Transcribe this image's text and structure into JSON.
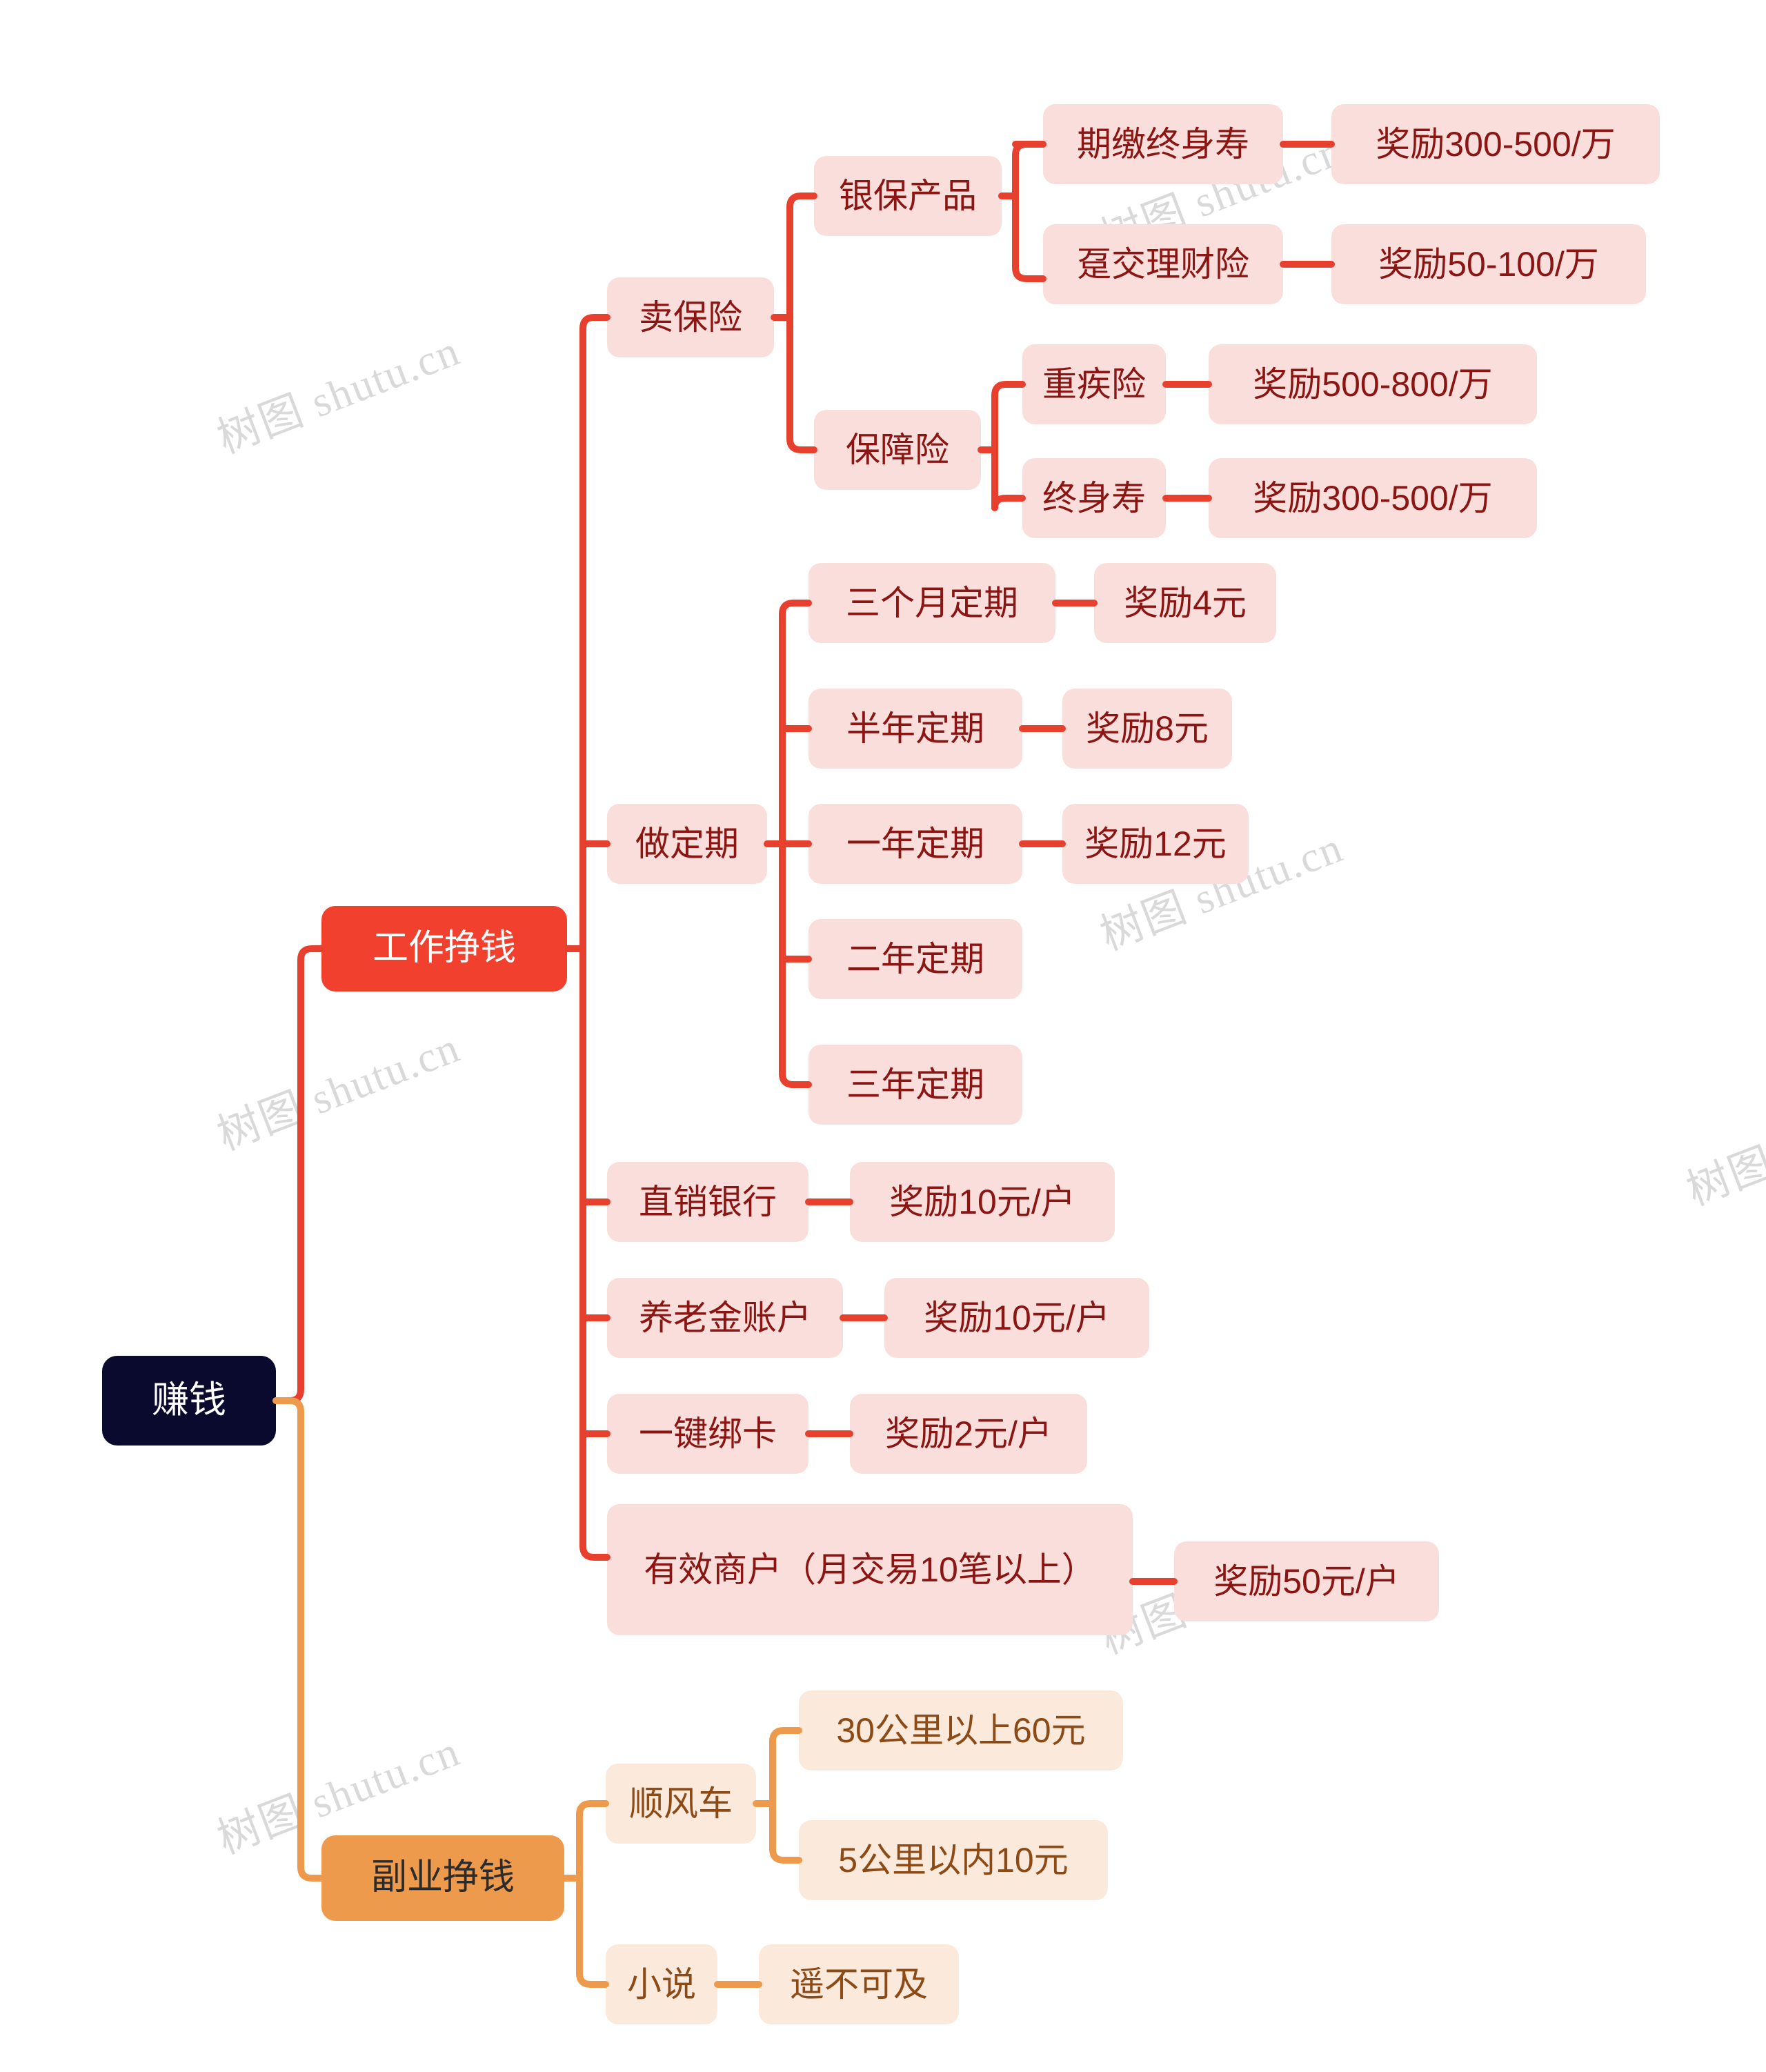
{
  "watermark": {
    "text": "树图 shutu.cn",
    "color": "#cfcfcf"
  },
  "colors": {
    "root_bg": "#0A0A2E",
    "root_text": "#ffffff",
    "branch_red": "#F2402F",
    "branch_orange": "#EE9A4D",
    "node_pink_bg": "#FADEDC",
    "node_pink_text": "#8B1512",
    "node_peach_bg": "#FBEADB",
    "node_peach_text": "#8B4A16",
    "connector_red": "#E8402F",
    "connector_orange": "#EE9A4D",
    "canvas_bg": "#ffffff"
  },
  "mindmap": {
    "root": {
      "label": "赚钱"
    },
    "branch_work": {
      "label": "工作挣钱",
      "sell_insurance": {
        "label": "卖保险",
        "bancassurance": {
          "label": "银保产品",
          "items": [
            {
              "label": "期缴终身寿",
              "reward": "奖励300-500/万"
            },
            {
              "label": "趸交理财险",
              "reward": "奖励50-100/万"
            }
          ]
        },
        "protection": {
          "label": "保障险",
          "items": [
            {
              "label": "重疾险",
              "reward": "奖励500-800/万"
            },
            {
              "label": "终身寿",
              "reward": "奖励300-500/万"
            }
          ]
        }
      },
      "fixed_deposit": {
        "label": "做定期",
        "items": [
          {
            "label": "三个月定期",
            "reward": "奖励4元"
          },
          {
            "label": "半年定期",
            "reward": "奖励8元"
          },
          {
            "label": "一年定期",
            "reward": "奖励12元"
          },
          {
            "label": "二年定期",
            "reward": ""
          },
          {
            "label": "三年定期",
            "reward": ""
          }
        ]
      },
      "others": [
        {
          "label": "直销银行",
          "reward": "奖励10元/户"
        },
        {
          "label": "养老金账户",
          "reward": "奖励10元/户"
        },
        {
          "label": "一键绑卡",
          "reward": "奖励2元/户"
        },
        {
          "label": "有效商户（月交易10笔以上）",
          "reward": "奖励50元/户"
        }
      ]
    },
    "branch_side": {
      "label": "副业挣钱",
      "rideshare": {
        "label": "顺风车",
        "items": [
          {
            "label": "30公里以上60元"
          },
          {
            "label": "5公里以内10元"
          }
        ]
      },
      "novel": {
        "label": "小说",
        "items": [
          {
            "label": "遥不可及"
          }
        ]
      }
    }
  }
}
